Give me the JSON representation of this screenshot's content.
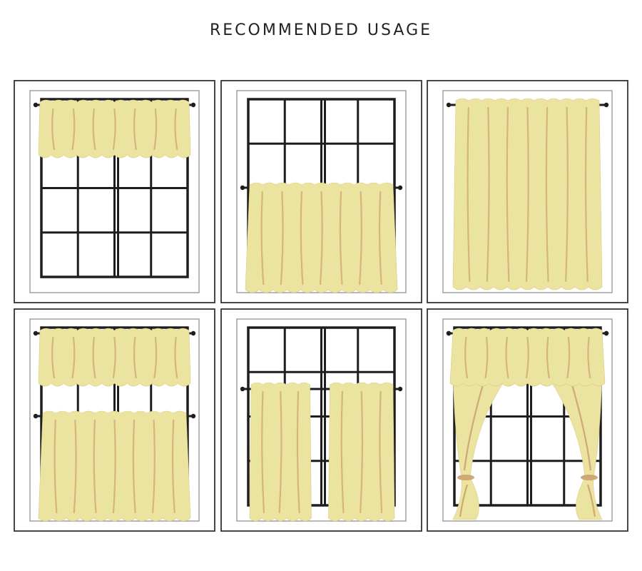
{
  "title": "RECOMMENDED USAGE",
  "colors": {
    "curtain": "#ebe3a0",
    "curtain_shade": "#cfa876",
    "frame": "#1e1e1e",
    "panel_border": "#333333",
    "inner_border": "#999999"
  },
  "panels": [
    {
      "id": "valance-only",
      "window": "four-pane",
      "items": [
        {
          "kind": "valance",
          "position": "top"
        }
      ]
    },
    {
      "id": "cafe-tier",
      "window": "six-pane",
      "items": [
        {
          "kind": "tier",
          "position": "middle"
        }
      ]
    },
    {
      "id": "full-length",
      "window": "hidden",
      "items": [
        {
          "kind": "full",
          "position": "top"
        }
      ]
    },
    {
      "id": "valance-and-tier",
      "window": "four-pane",
      "items": [
        {
          "kind": "valance",
          "position": "top"
        },
        {
          "kind": "tier",
          "position": "middle"
        }
      ]
    },
    {
      "id": "two-cafe-panels",
      "window": "four-pane",
      "items": [
        {
          "kind": "split-panels",
          "position": "middle"
        }
      ]
    },
    {
      "id": "valance-with-tiebacks",
      "window": "four-pane",
      "items": [
        {
          "kind": "valance",
          "position": "top"
        },
        {
          "kind": "tiebacks",
          "position": "sides"
        }
      ]
    }
  ]
}
